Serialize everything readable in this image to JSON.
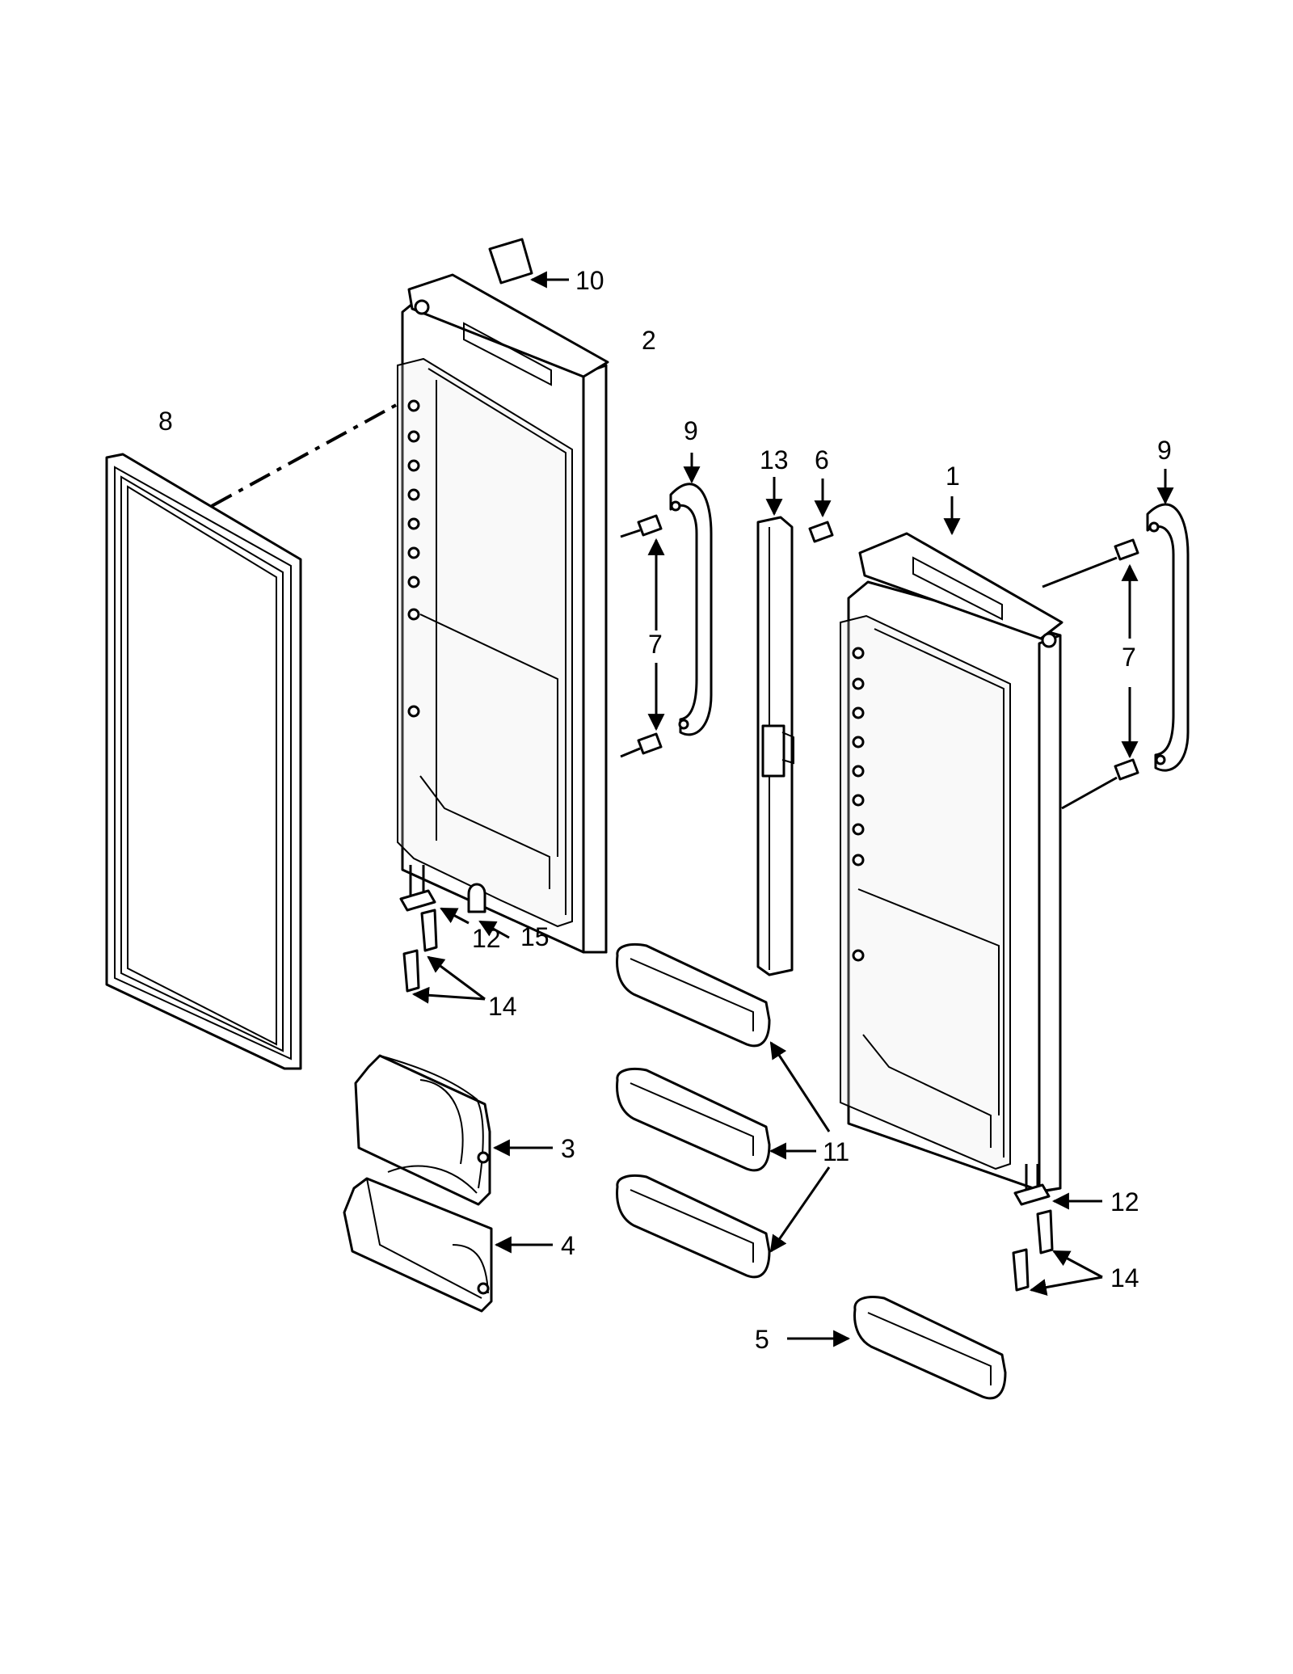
{
  "callouts": {
    "c1": "1",
    "c2": "2",
    "c3": "3",
    "c4": "4",
    "c5": "5",
    "c6": "6",
    "c7a": "7",
    "c7b": "7",
    "c8": "8",
    "c9a": "9",
    "c9b": "9",
    "c10": "10",
    "c11": "11",
    "c12a": "12",
    "c12b": "12",
    "c13": "13",
    "c14a": "14",
    "c14b": "14",
    "c15": "15"
  }
}
